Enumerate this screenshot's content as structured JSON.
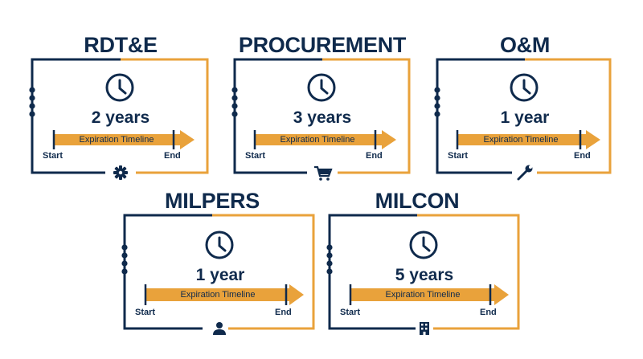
{
  "colors": {
    "navy": "#0f2a4c",
    "orange": "#e9a23b"
  },
  "cards": [
    {
      "title": "RDT&E",
      "duration": "2 years",
      "timeline_label": "Expiration Timeline",
      "start_label": "Start",
      "end_label": "End",
      "icon": "gear-icon"
    },
    {
      "title": "PROCUREMENT",
      "duration": "3 years",
      "timeline_label": "Expiration Timeline",
      "start_label": "Start",
      "end_label": "End",
      "icon": "shopping-cart-icon"
    },
    {
      "title": "O&M",
      "duration": "1 year",
      "timeline_label": "Expiration Timeline",
      "start_label": "Start",
      "end_label": "End",
      "icon": "wrench-icon"
    },
    {
      "title": "MILPERS",
      "duration": "1 year",
      "timeline_label": "Expiration Timeline",
      "start_label": "Start",
      "end_label": "End",
      "icon": "person-icon"
    },
    {
      "title": "MILCON",
      "duration": "5 years",
      "timeline_label": "Expiration Timeline",
      "start_label": "Start",
      "end_label": "End",
      "icon": "building-icon"
    }
  ]
}
